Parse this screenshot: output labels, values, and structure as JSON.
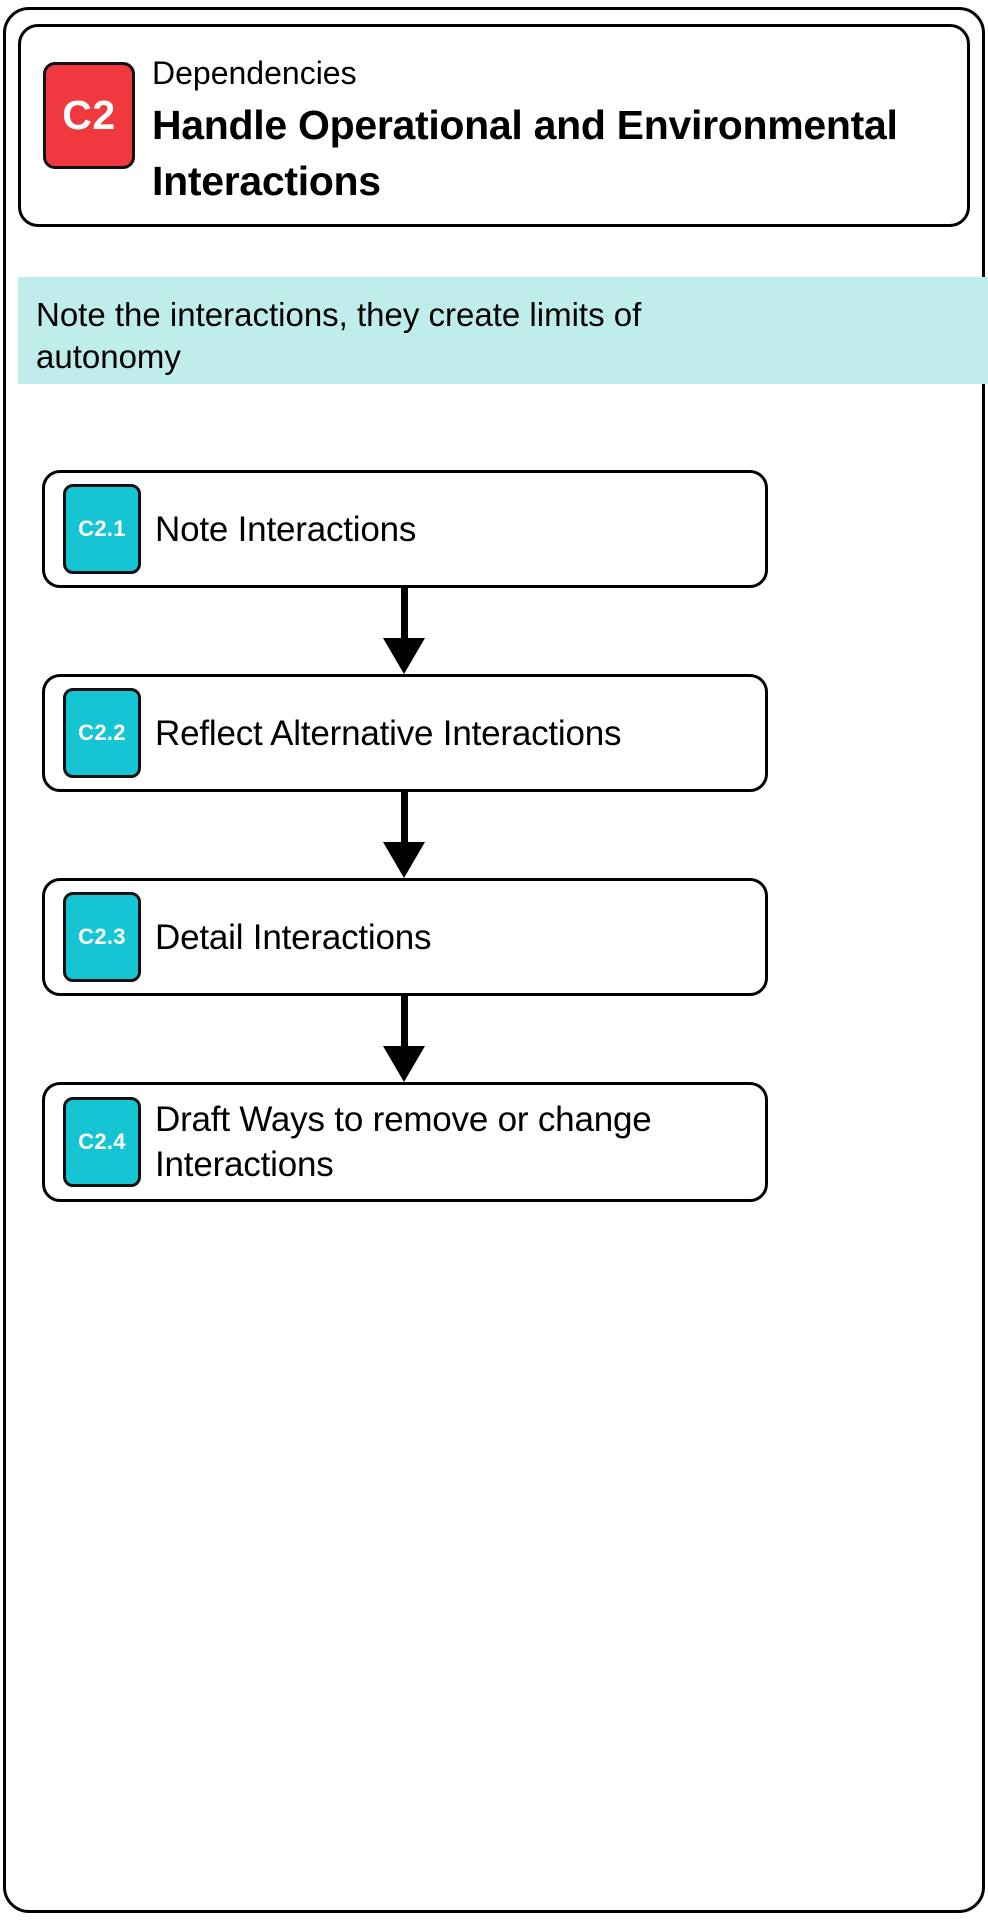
{
  "header": {
    "badge": "C2",
    "badge_color": "#f0383f",
    "eyebrow": "Dependencies",
    "title": "Handle Operational and Environmental Interactions"
  },
  "note": {
    "text": "Note the interactions, they create limits of autonomy",
    "background_color": "#bfedec"
  },
  "steps": {
    "badge_color": "#16c5d4",
    "items": [
      {
        "badge": "C2.1",
        "label": "Note Interactions"
      },
      {
        "badge": "C2.2",
        "label": "Reflect Alternative Interactions"
      },
      {
        "badge": "C2.3",
        "label": "Detail Interactions"
      },
      {
        "badge": "C2.4",
        "label": "Draft Ways to remove or change Interactions"
      }
    ]
  }
}
